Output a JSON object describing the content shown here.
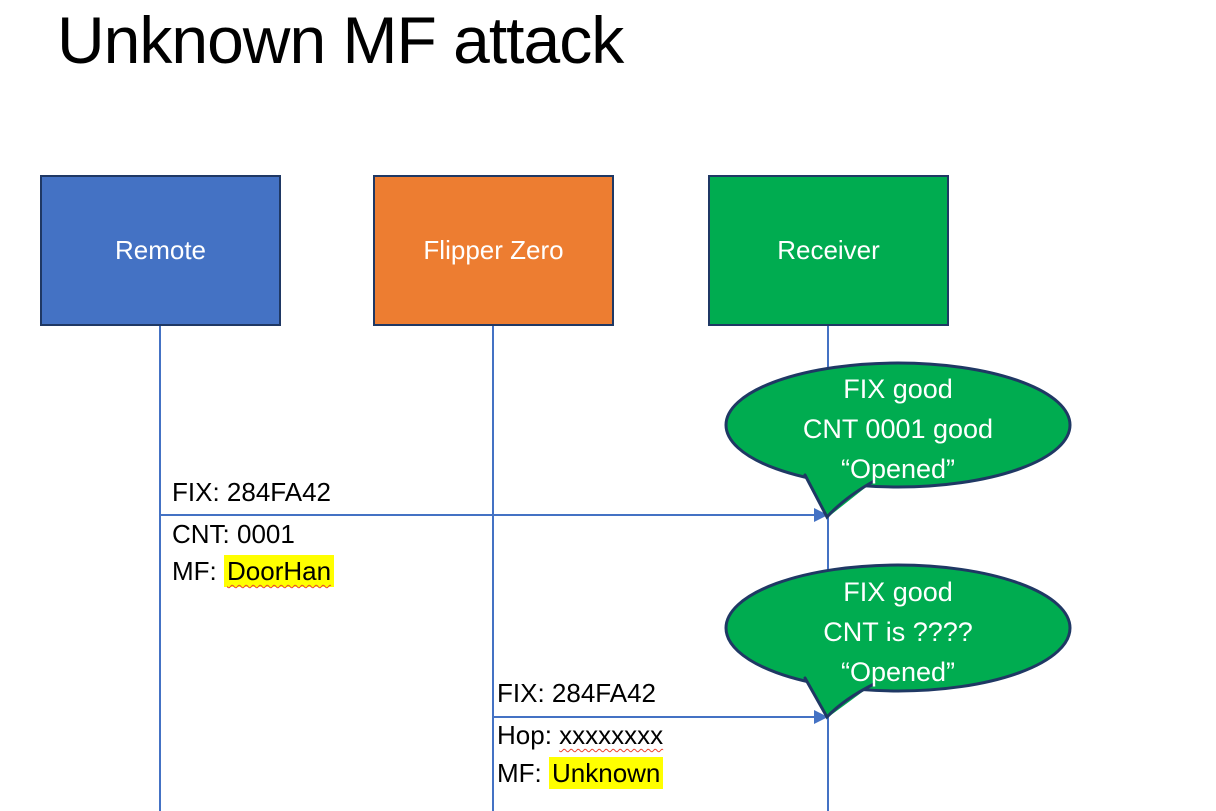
{
  "title": "Unknown MF attack",
  "actors": [
    {
      "label": "Remote",
      "fill": "#4472C4"
    },
    {
      "label": "Flipper Zero",
      "fill": "#ED7D31"
    },
    {
      "label": "Receiver",
      "fill": "#00AC50"
    }
  ],
  "messages": [
    {
      "from": "Remote",
      "to": "Receiver",
      "line1": "FIX: 284FA42",
      "line2": "CNT: 0001",
      "line3_prefix": "MF: ",
      "line3_highlighted": "DoorHan"
    },
    {
      "from": "Flipper Zero",
      "to": "Receiver",
      "line1": "FIX: 284FA42",
      "line2_prefix": "Hop: ",
      "line2_misspelled": "xxxxxxxx",
      "line3_prefix": "MF: ",
      "line3_highlighted": "Unknown"
    }
  ],
  "callouts": [
    {
      "line1": "FIX good",
      "line2": "CNT 0001 good",
      "line3": "“Opened”"
    },
    {
      "line1": "FIX good",
      "line2": "CNT is ????",
      "line3": "“Opened”"
    }
  ],
  "colors": {
    "actor_border": "#1F3864",
    "lifeline": "#4472C4",
    "arrow": "#4472C4",
    "callout_fill": "#00AC50",
    "callout_border": "#1F3864",
    "highlight": "#FFFF00",
    "spellcheck_underline": "#E8432D",
    "title_text": "#000000",
    "actor_text": "#FFFFFF",
    "callout_text": "#FFFFFF"
  }
}
